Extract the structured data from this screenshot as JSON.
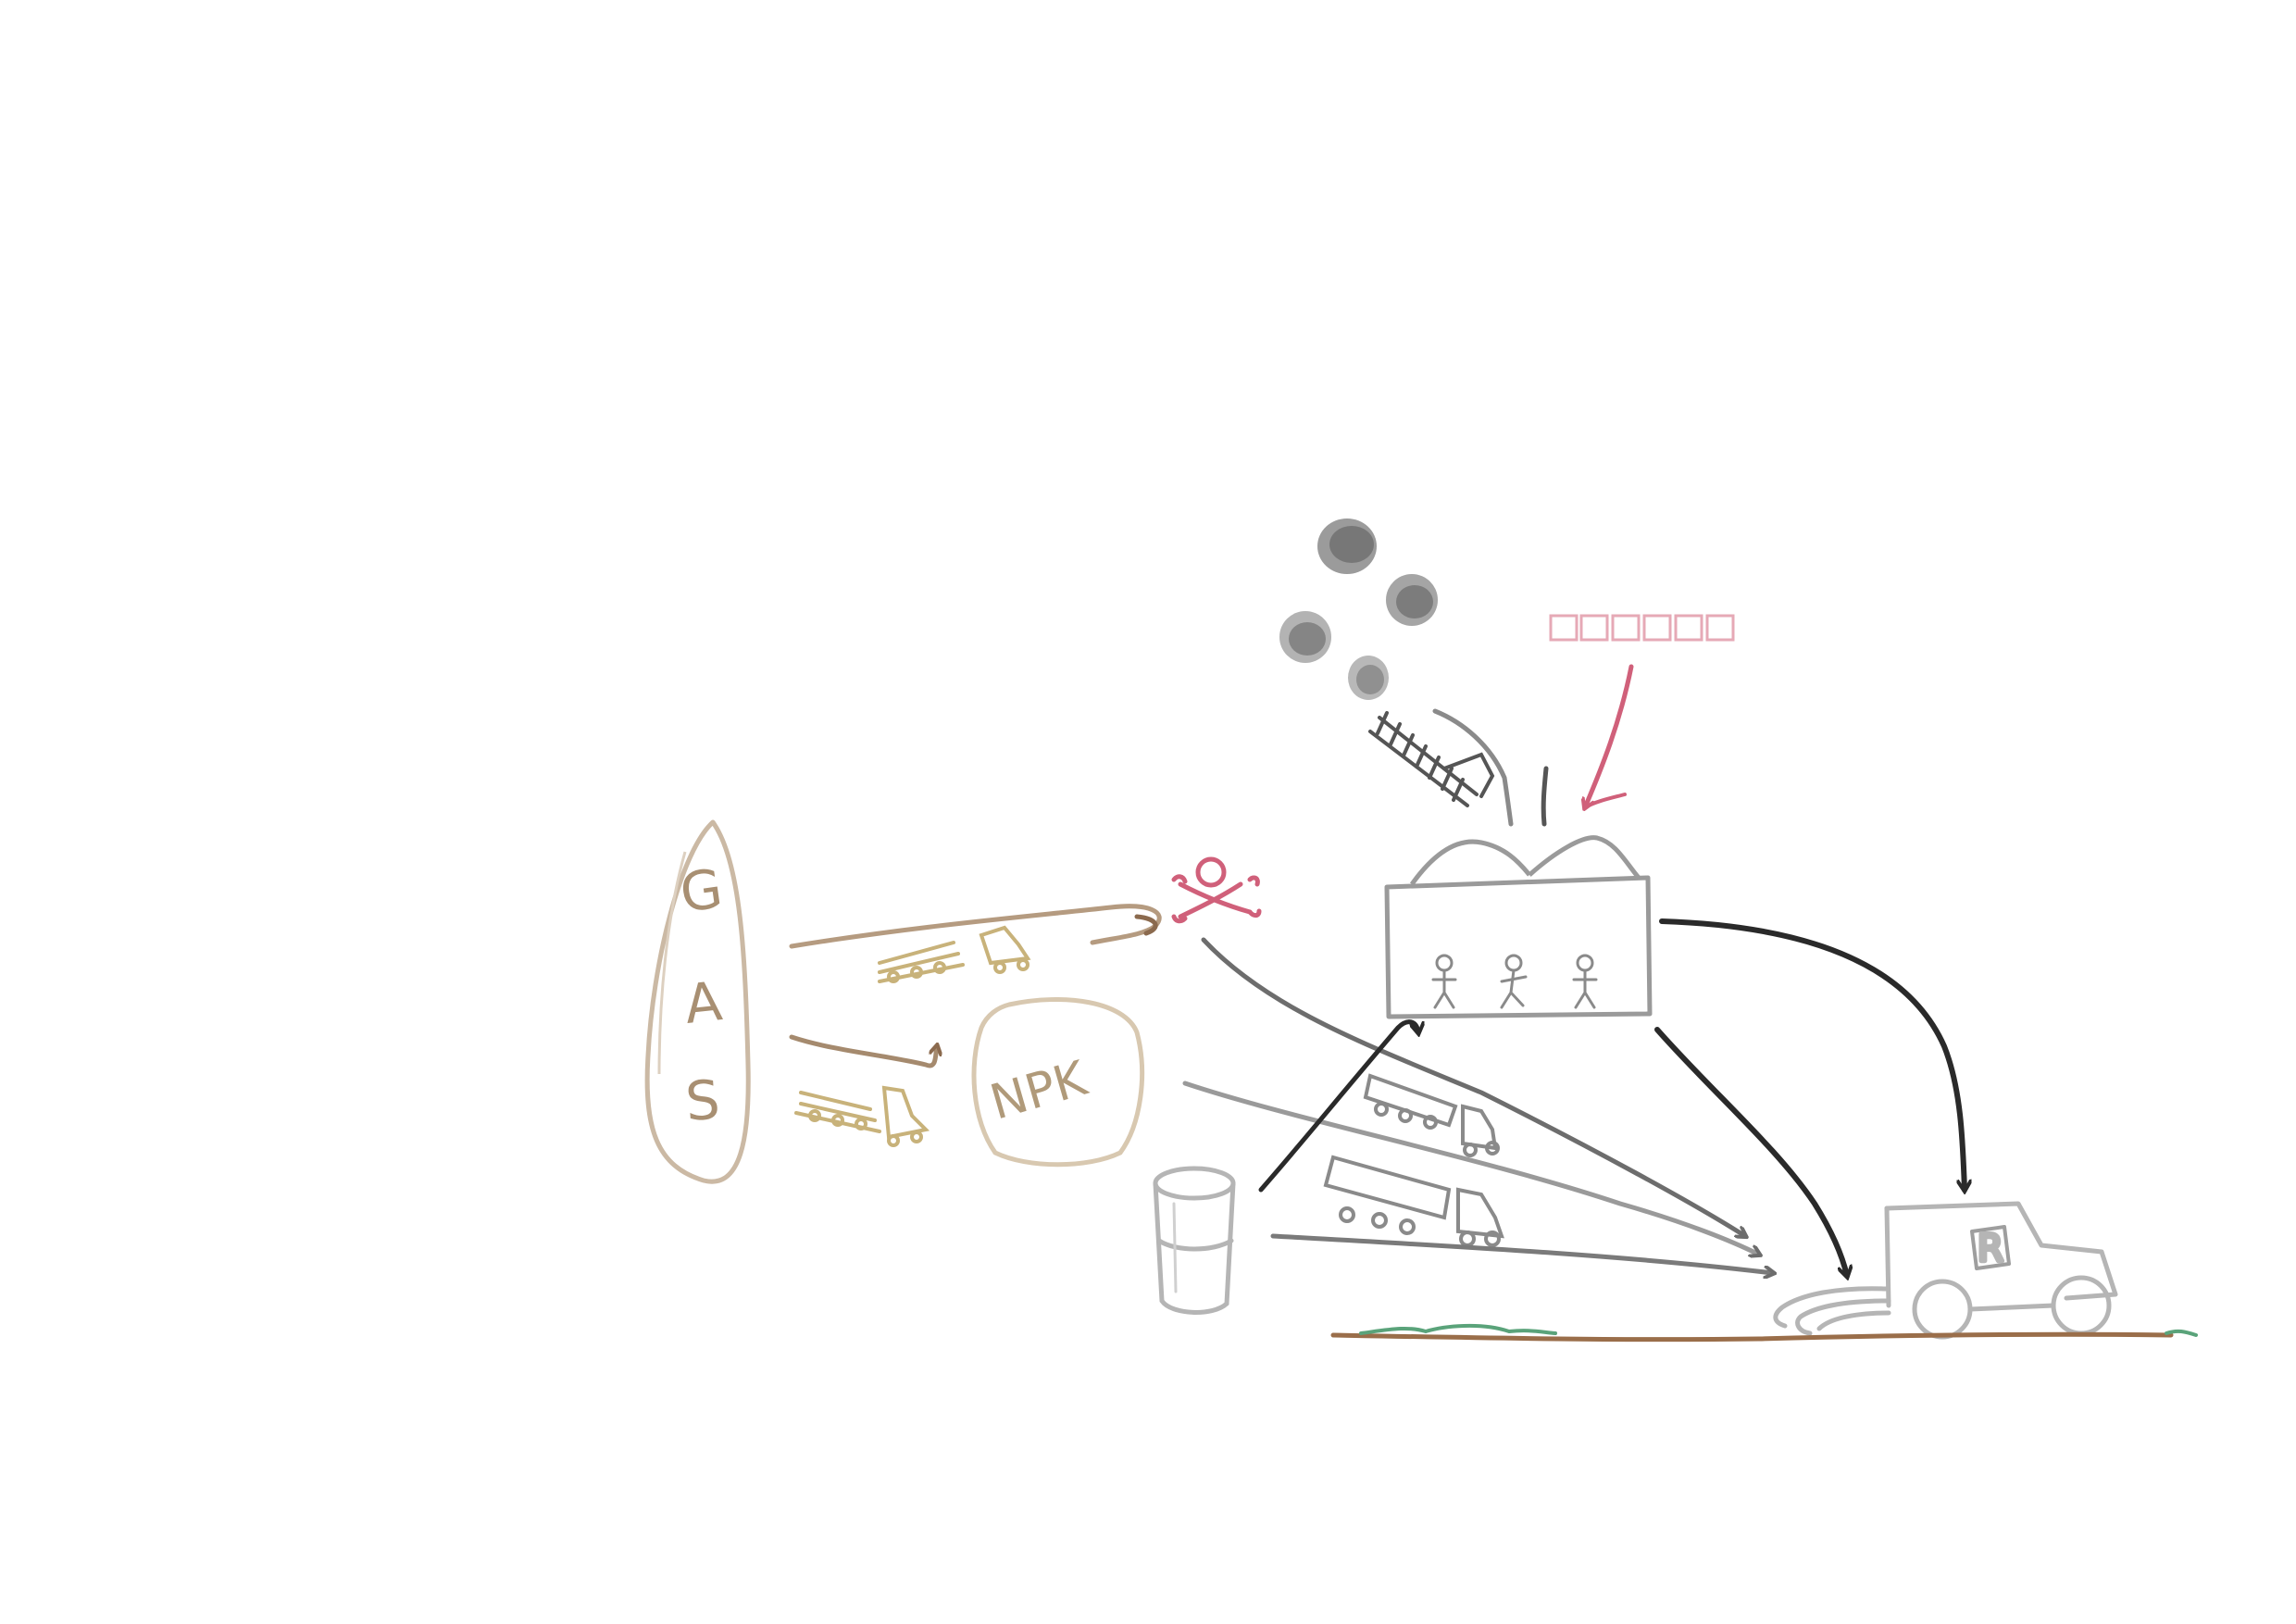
{
  "labels": {
    "gas_letters": [
      "G",
      "A",
      "S"
    ],
    "npk": "NPK",
    "tractor_mark": "R"
  },
  "colors": {
    "brown_ink": "#a58a6e",
    "dark_brown": "#8b6a4e",
    "tan_truck": "#c8b27a",
    "gray_ink": "#8a8a8a",
    "light_gray": "#b5b5b5",
    "black_ink": "#2a2a2a",
    "pink_ink": "#d0607a",
    "pink_light": "#e6a9b6",
    "ground_brown": "#9a6e4a",
    "grass_green": "#5aa37a"
  },
  "icons": [
    "gas-deposit-icon",
    "npk-fertilizer-icon",
    "poison-skull-icon",
    "oil-barrel-icon",
    "factory-icon",
    "tractor-icon",
    "smoke-cloud-icon",
    "truck-icon",
    "worker-icon"
  ]
}
